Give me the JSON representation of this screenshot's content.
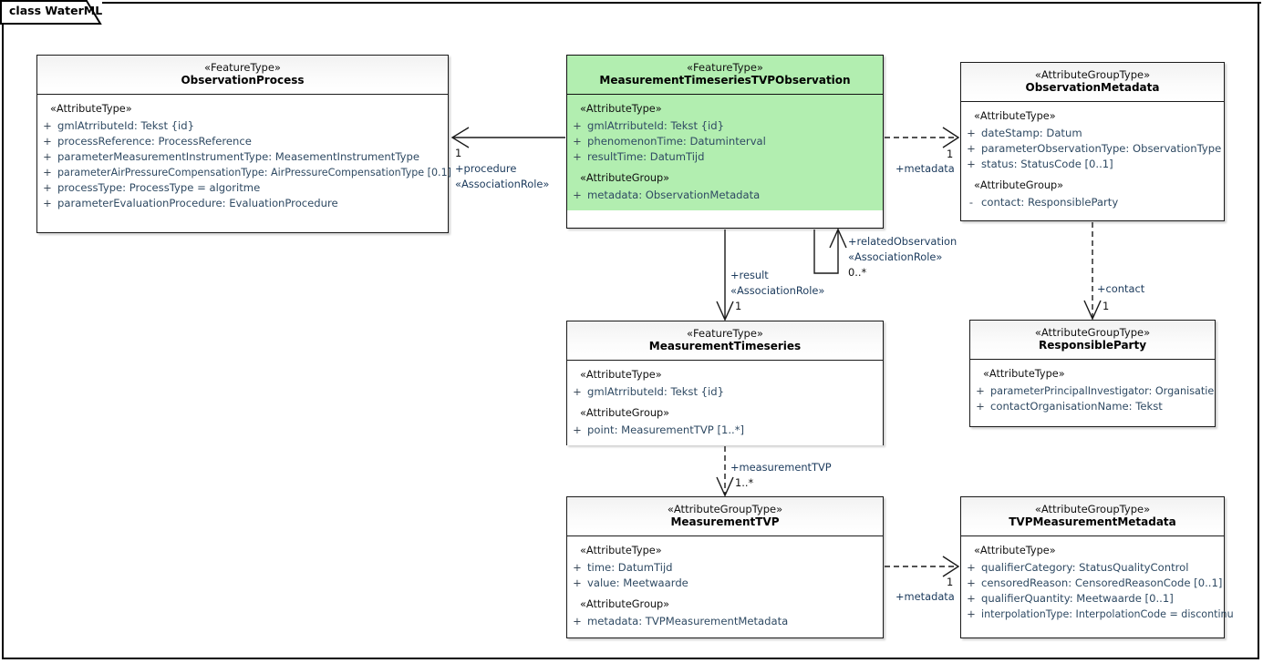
{
  "frame": {
    "title": "class WaterML"
  },
  "classes": [
    {
      "id": "observation-process",
      "stereotype": "«FeatureType»",
      "name": "ObservationProcess",
      "sections": [
        {
          "group": "«AttributeType»",
          "attributes": [
            {
              "vis": "+",
              "text": "gmlAtrributeId: Tekst {id}"
            },
            {
              "vis": "+",
              "text": "processReference: ProcessReference"
            },
            {
              "vis": "+",
              "text": "parameterMeasurementInstrumentType: MeasementInstrumentType"
            },
            {
              "vis": "+",
              "text": "parameterAirPressureCompensationType: AirPressureCompensationType [0.1]"
            },
            {
              "vis": "+",
              "text": "processType: ProcessType = algoritme"
            },
            {
              "vis": "+",
              "text": "parameterEvaluationProcedure: EvaluationProcedure"
            }
          ]
        }
      ]
    },
    {
      "id": "measurement-timeseries-tvp-observation",
      "stereotype": "«FeatureType»",
      "name": "MeasurementTimeseriesTVPObservation",
      "highlight_color": "#b2eeb0",
      "sections": [
        {
          "group": "«AttributeType»",
          "attributes": [
            {
              "vis": "+",
              "text": "gmlAtrributeId: Tekst {id}"
            },
            {
              "vis": "+",
              "text": "phenomenonTime: Datuminterval"
            },
            {
              "vis": "+",
              "text": "resultTime: DatumTijd"
            }
          ]
        },
        {
          "group": "«AttributeGroup»",
          "attributes": [
            {
              "vis": "+",
              "text": "metadata: ObservationMetadata"
            }
          ]
        }
      ]
    },
    {
      "id": "observation-metadata",
      "stereotype": "«AttributeGroupType»",
      "name": "ObservationMetadata",
      "sections": [
        {
          "group": "«AttributeType»",
          "attributes": [
            {
              "vis": "+",
              "text": "dateStamp: Datum"
            },
            {
              "vis": "+",
              "text": "parameterObservationType: ObservationType"
            },
            {
              "vis": "+",
              "text": "status: StatusCode [0..1]"
            }
          ]
        },
        {
          "group": "«AttributeGroup»",
          "attributes": [
            {
              "vis": "-",
              "text": "contact: ResponsibleParty"
            }
          ]
        }
      ]
    },
    {
      "id": "measurement-timeseries",
      "stereotype": "«FeatureType»",
      "name": "MeasurementTimeseries",
      "sections": [
        {
          "group": "«AttributeType»",
          "attributes": [
            {
              "vis": "+",
              "text": "gmlAtrributeId: Tekst {id}"
            }
          ]
        },
        {
          "group": "«AttributeGroup»",
          "attributes": [
            {
              "vis": "+",
              "text": "point: MeasurementTVP [1..*]"
            }
          ]
        }
      ]
    },
    {
      "id": "responsible-party",
      "stereotype": "«AttributeGroupType»",
      "name": "ResponsibleParty",
      "sections": [
        {
          "group": "«AttributeType»",
          "attributes": [
            {
              "vis": "+",
              "text": "parameterPrincipalInvestigator: Organisatie"
            },
            {
              "vis": "+",
              "text": "contactOrganisationName: Tekst"
            }
          ]
        }
      ]
    },
    {
      "id": "measurement-tvp",
      "stereotype": "«AttributeGroupType»",
      "name": "MeasurementTVP",
      "sections": [
        {
          "group": "«AttributeType»",
          "attributes": [
            {
              "vis": "+",
              "text": "time: DatumTijd"
            },
            {
              "vis": "+",
              "text": "value: Meetwaarde"
            }
          ]
        },
        {
          "group": "«AttributeGroup»",
          "attributes": [
            {
              "vis": "+",
              "text": "metadata: TVPMeasurementMetadata"
            }
          ]
        }
      ]
    },
    {
      "id": "tvp-measurement-metadata",
      "stereotype": "«AttributeGroupType»",
      "name": "TVPMeasurementMetadata",
      "sections": [
        {
          "group": "«AttributeType»",
          "attributes": [
            {
              "vis": "+",
              "text": "qualifierCategory: StatusQualityControl"
            },
            {
              "vis": "+",
              "text": "censoredReason: CensoredReasonCode [0..1]"
            },
            {
              "vis": "+",
              "text": "qualifierQuantity: Meetwaarde [0..1]"
            },
            {
              "vis": "+",
              "text": "interpolationType: InterpolationCode = discontinu"
            }
          ]
        }
      ]
    }
  ],
  "connectors": [
    {
      "id": "procedure",
      "role": "+procedure",
      "stereotype": "«AssociationRole»",
      "multiplicity": "1",
      "from": "measurement-timeseries-tvp-observation",
      "to": "observation-process",
      "style": "association-arrow"
    },
    {
      "id": "metadata-observation",
      "role": "+metadata",
      "multiplicity": "1",
      "from": "measurement-timeseries-tvp-observation",
      "to": "observation-metadata",
      "style": "dashed-arrow"
    },
    {
      "id": "related-observation",
      "role": "+relatedObservation",
      "stereotype": "«AssociationRole»",
      "multiplicity": "0..*",
      "from": "measurement-timeseries-tvp-observation",
      "to": "measurement-timeseries-tvp-observation",
      "style": "self-association"
    },
    {
      "id": "result",
      "role": "+result",
      "stereotype": "«AssociationRole»",
      "multiplicity": "1",
      "from": "measurement-timeseries-tvp-observation",
      "to": "measurement-timeseries",
      "style": "association-arrow"
    },
    {
      "id": "contact",
      "role": "+contact",
      "multiplicity": "1",
      "from": "observation-metadata",
      "to": "responsible-party",
      "style": "dashed-arrow"
    },
    {
      "id": "measurement-tvp-link",
      "role": "+measurementTVP",
      "multiplicity": "1..*",
      "from": "measurement-timeseries",
      "to": "measurement-tvp",
      "style": "dashed-arrow"
    },
    {
      "id": "metadata-tvp",
      "role": "+metadata",
      "multiplicity": "1",
      "from": "measurement-tvp",
      "to": "tvp-measurement-metadata",
      "style": "dashed-arrow"
    }
  ]
}
